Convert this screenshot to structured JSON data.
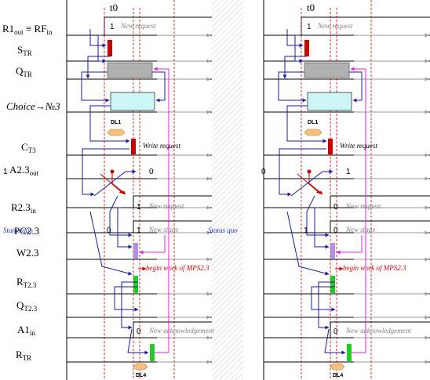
{
  "signals": [
    {
      "main": "R1",
      "sub": "out",
      "rest": " ≡ RF",
      "sub2": "in"
    },
    {
      "main": "S",
      "sub": "TR"
    },
    {
      "main": "Q",
      "sub": "TR"
    },
    {
      "main": "Choice→№3",
      "italic": true
    },
    {
      "main": "C",
      "sub": "T3"
    },
    {
      "main": "A2.3",
      "sub": "out"
    },
    {
      "main": "R2.3",
      "sub": "in"
    },
    {
      "main": "PC2.3"
    },
    {
      "main": "W2.3"
    },
    {
      "main": "R",
      "sub": "T2.3"
    },
    {
      "main": "Q",
      "sub": "T2.3"
    },
    {
      "main": "A1",
      "sub": "in"
    },
    {
      "main": "R",
      "sub": "TR"
    }
  ],
  "left": {
    "t0": "t0",
    "r1_value": "1",
    "new_request": "New request",
    "dl1": "DL1",
    "write_request": "Write request",
    "a23_before": "1",
    "a23_after": "0",
    "r23_value": "1",
    "r23_note": "New request",
    "status_quo": "Status quo",
    "pc23_before": "0",
    "pc23_after": "1",
    "pc23_note": "New stage",
    "begin_work": "begin work of MPS2.3",
    "a1_value": "0",
    "a1_note": "New acknowledgement",
    "dl4": "DL4"
  },
  "right": {
    "t0": "t0",
    "r1_value": "1",
    "new_request": "New request",
    "dl1": "DL1",
    "write_request": "Write request",
    "a23_before": "0",
    "a23_after": "1",
    "r23_value": "0",
    "r23_note": "New request",
    "status_quo": "Status quo",
    "pc23_before": "1",
    "pc23_after": "0",
    "pc23_note": "New stage",
    "begin_work": "begin work of MPS2.3",
    "a1_value": "0",
    "a1_note": "New acknowledgement",
    "dl4": "DL4"
  },
  "colors": {
    "red_pulse": "#cc0000",
    "gray_block": "#b0b0b0",
    "cyan_block": "#ccf5f5",
    "violet_block": "#b090e0",
    "green_block": "#22cc22",
    "blue_arrow": "#1a1aaa",
    "magenta_arrow": "#dd22dd",
    "dl_fill": "#f5c080"
  }
}
